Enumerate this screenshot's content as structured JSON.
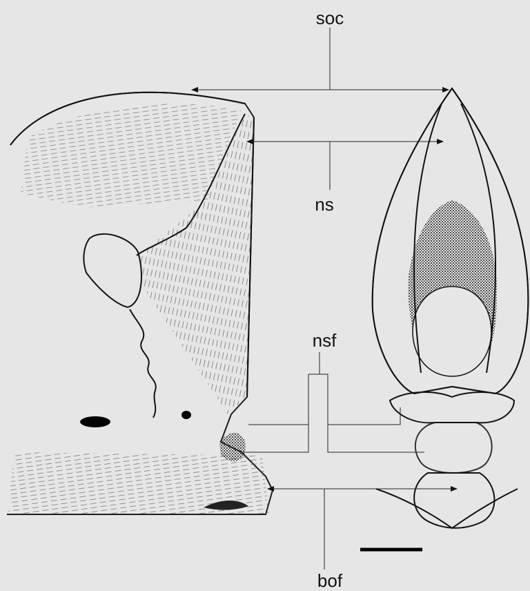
{
  "labels": {
    "soc": "soc",
    "ns": "ns",
    "nsf": "nsf",
    "bof": "bof"
  },
  "scale_bar": "scale-bar",
  "colors": {
    "ink": "#111111",
    "background": "#e6e6e6"
  }
}
